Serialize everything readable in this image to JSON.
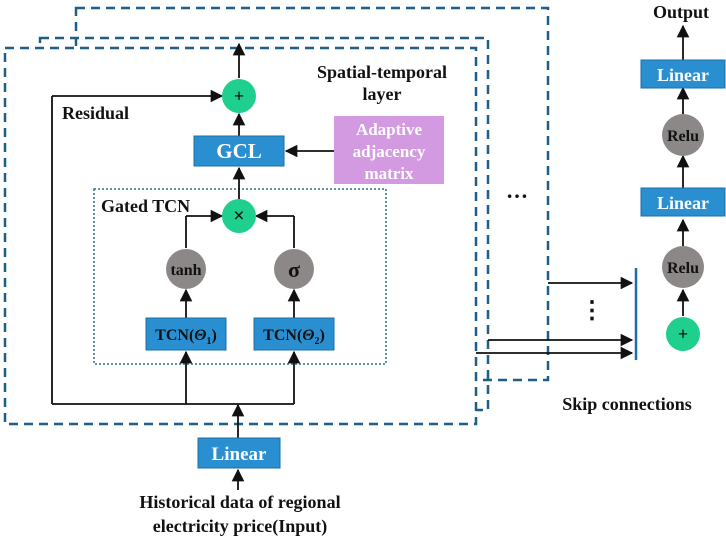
{
  "colors": {
    "blue_box": "#2a8fd0",
    "green_circle": "#1fcf8e",
    "gray_circle": "#8c8888",
    "purple_box": "#d39ae2",
    "dashed_frame": "#1d5f86",
    "dotted_frame": "#2f6f7a",
    "line": "#111111"
  },
  "labels": {
    "output": "Output",
    "spatial_temporal_line1": "Spatial-temporal",
    "spatial_temporal_line2": "layer",
    "residual": "Residual",
    "gated_tcn": "Gated TCN",
    "gcl": "GCL",
    "adaptive_line1": "Adaptive",
    "adaptive_line2": "adjacency",
    "adaptive_line3": "matrix",
    "tanh": "tanh",
    "sigma": "σ",
    "tcn1_prefix": "TCN(",
    "tcn1_var": "Θ",
    "tcn1_sub": "1",
    "tcn1_suffix": ")",
    "tcn2_prefix": "TCN(",
    "tcn2_var": "Θ",
    "tcn2_sub": "2",
    "tcn2_suffix": ")",
    "linear_input": "Linear",
    "input_line1": "Historical data of regional",
    "input_line2": "electricity price(Input)",
    "skip_connections": "Skip connections",
    "ellipsis_h": "…",
    "ellipsis_v": "⋮",
    "plus": "+",
    "times": "×",
    "right_linear_top": "Linear",
    "right_relu_top": "Relu",
    "right_linear_mid": "Linear",
    "right_relu_bottom": "Relu",
    "right_plus": "+"
  },
  "icons": {
    "sum_node": "plus-circle-icon",
    "product_node": "times-circle-icon"
  }
}
